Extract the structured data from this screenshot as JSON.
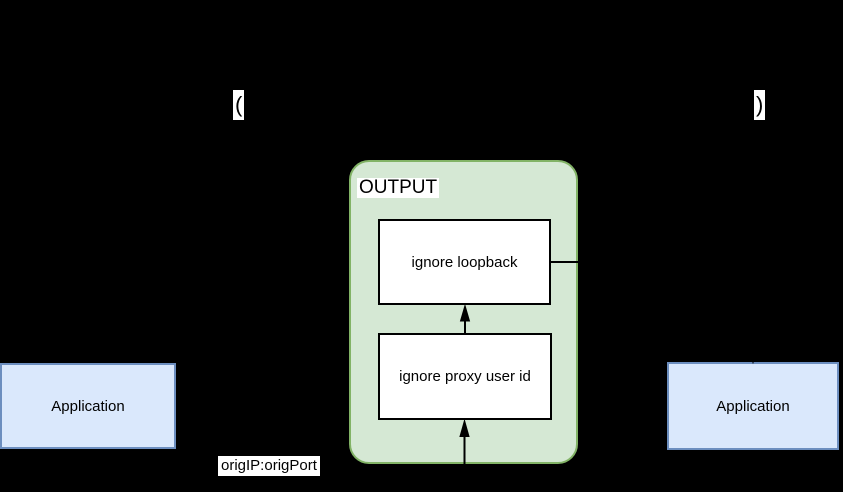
{
  "background_color": "#000000",
  "labels": {
    "paren_open": "(",
    "paren_close": ")",
    "orig_endpoint": "origIP:origPort"
  },
  "output_chain": {
    "title": "OUTPUT",
    "fill_color": "#d5e8d4",
    "border_color": "#82b366",
    "rules": [
      {
        "label": "ignore loopback"
      },
      {
        "label": "ignore proxy user id"
      }
    ]
  },
  "applications": {
    "fill_color": "#dae8fc",
    "border_color": "#6c8ebf",
    "left": {
      "label": "Application"
    },
    "right": {
      "label": "Application"
    }
  }
}
